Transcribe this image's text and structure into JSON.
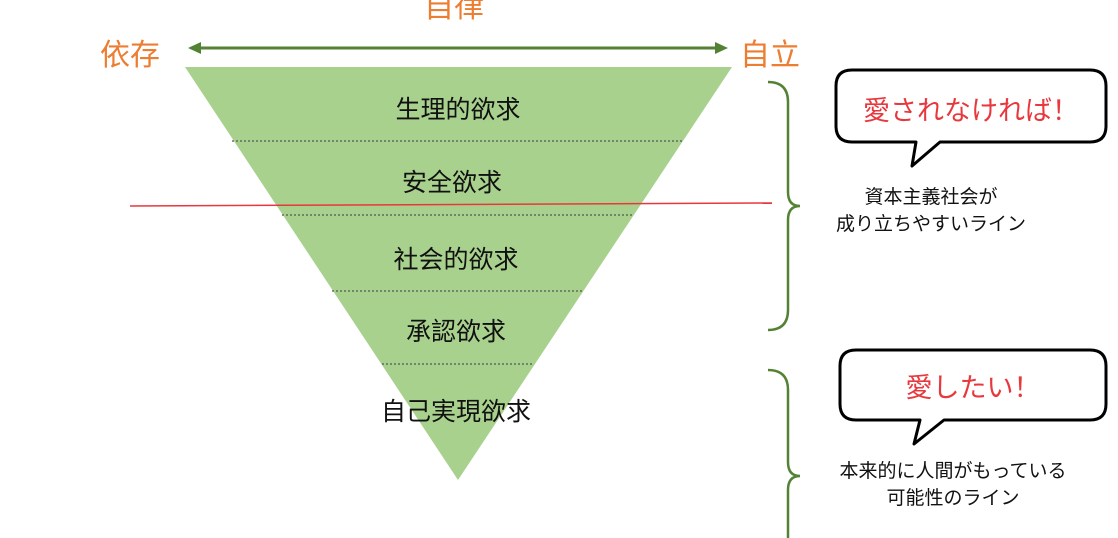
{
  "header": {
    "top_label": "自律",
    "left_label": "依存",
    "right_label": "自立"
  },
  "pyramid": {
    "levels": [
      "生理的欲求",
      "安全欲求",
      "社会的欲求",
      "承認欲求",
      "自己実現欲求"
    ]
  },
  "annotations": {
    "upper_bubble": "愛されなければ！",
    "upper_note": "資本主義社会が\n成り立ちやすいライン",
    "lower_bubble": "愛したい！",
    "lower_note": "本来的に人間がもっている\n可能性のライン"
  },
  "colors": {
    "triangle": "#a9d18e",
    "accent_orange": "#ed7d31",
    "arrow_green": "#548235",
    "bracket_green": "#548235",
    "red_line": "#e8383d",
    "bubble_text": "#e8383d"
  }
}
